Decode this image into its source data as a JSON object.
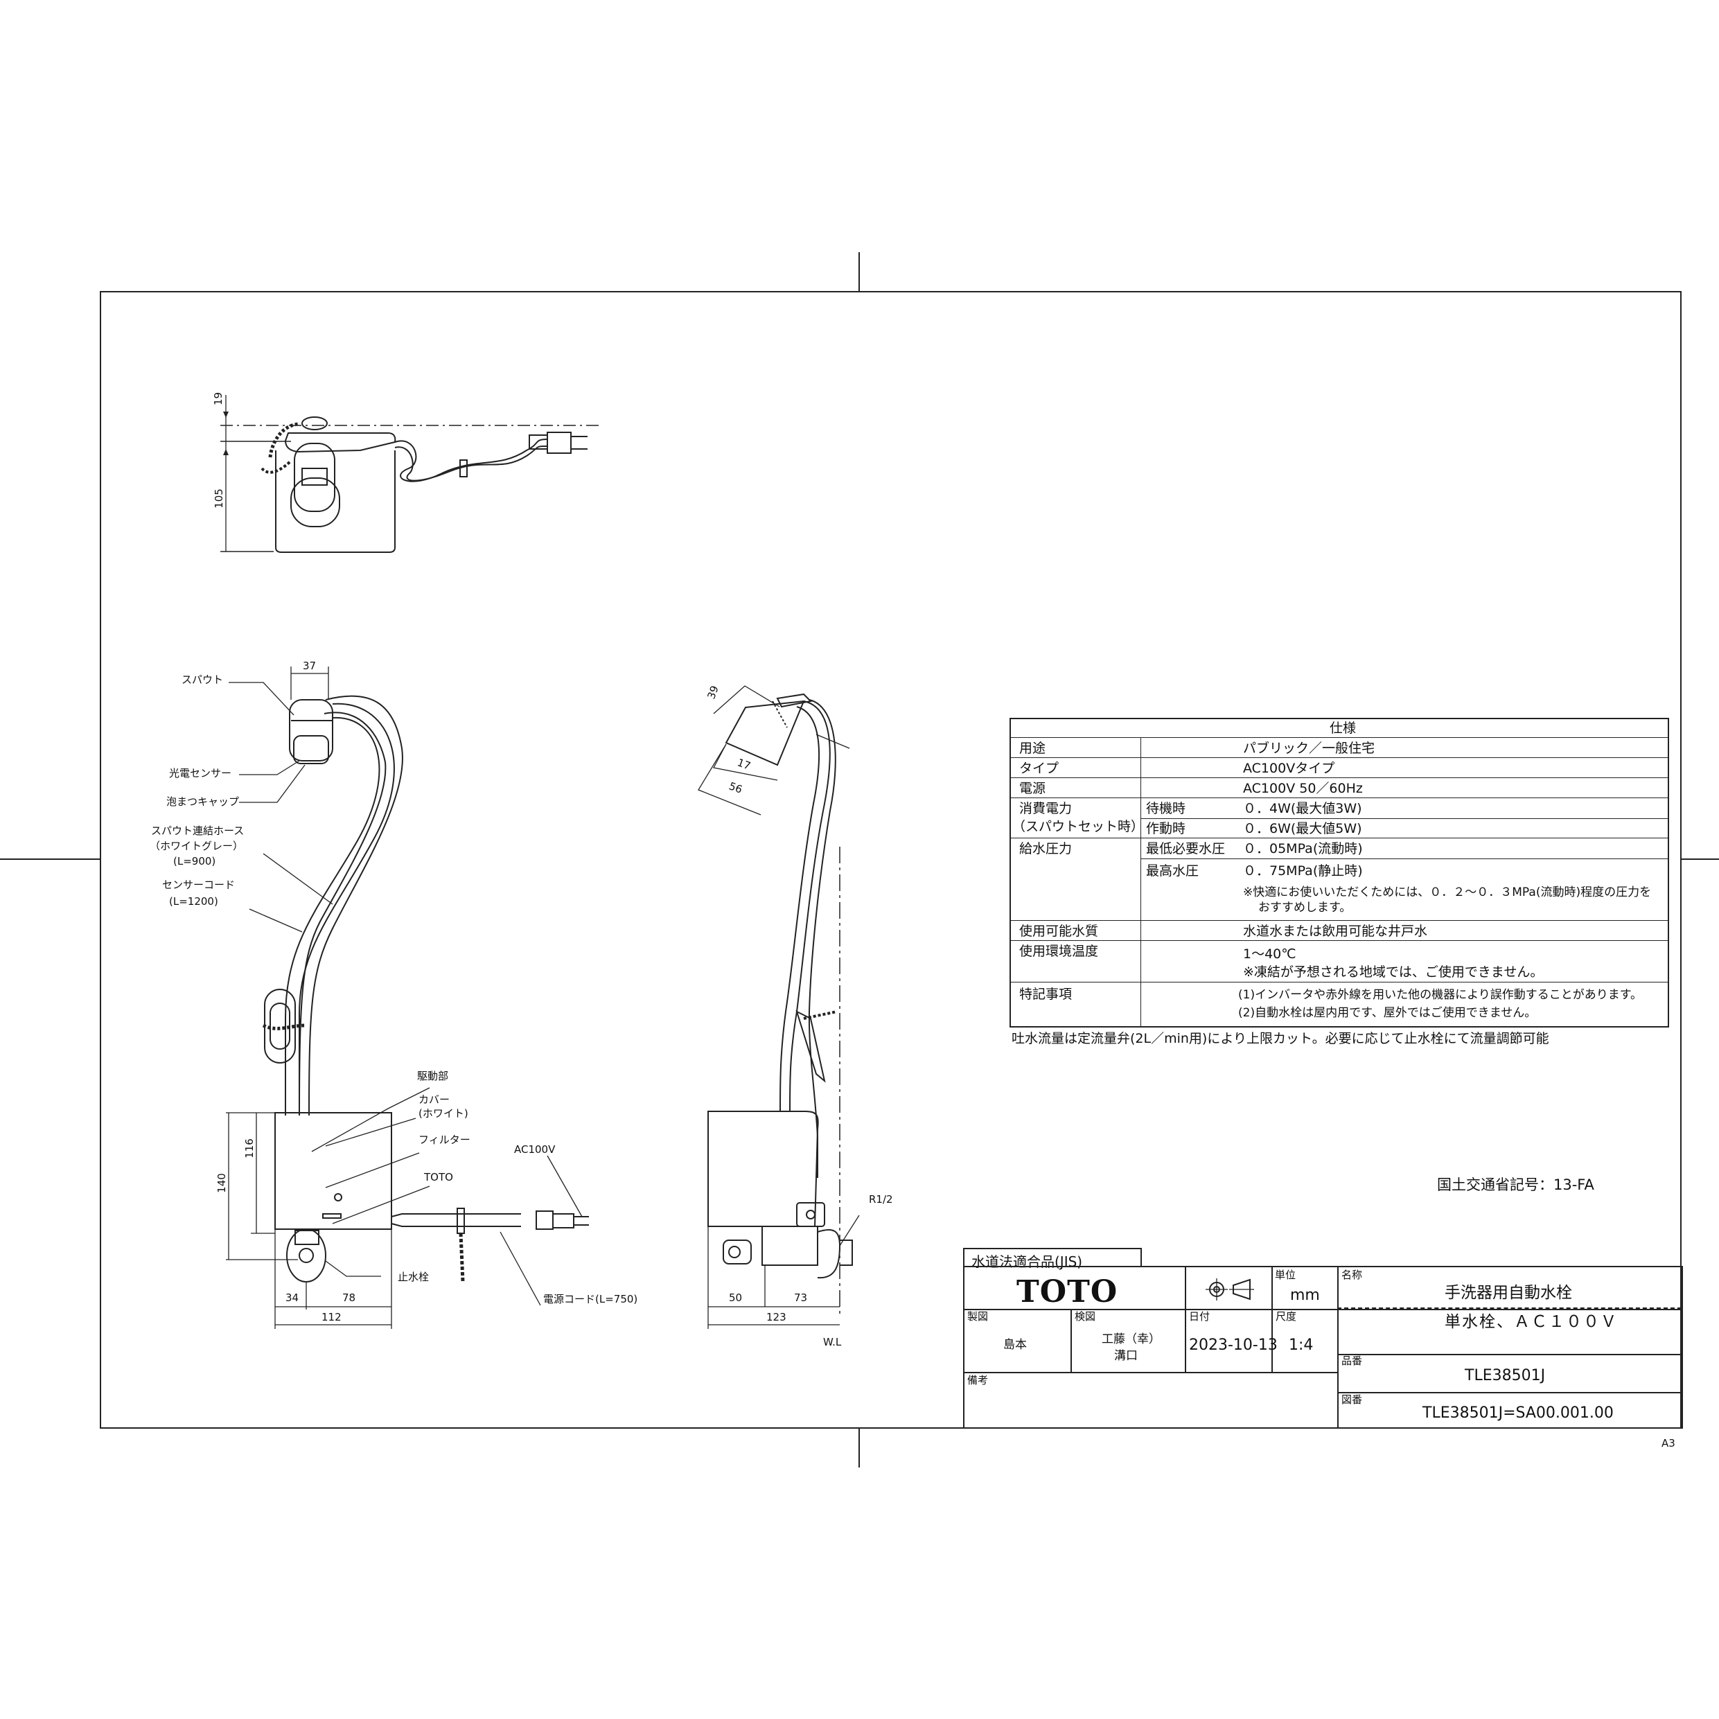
{
  "drawing": {
    "sheet_size": "A3",
    "mlit_code": "国土交通省記号：13-FA",
    "flow_note": "吐水流量は定流量弁(2L／min用)により上限カット。必要に応じて止水栓にて流量調節可能"
  },
  "top_view": {
    "dim_19": "19",
    "dim_105": "105"
  },
  "front_view": {
    "labels": {
      "spout": "スパウト",
      "sensor": "光電センサー",
      "cap": "泡まつキャップ",
      "hose": "スパウト連結ホース",
      "hose_color": "（ホワイトグレー）",
      "hose_length": "(L=900)",
      "sensor_cord": "センサーコード",
      "sensor_cord_length": "(L=1200)",
      "drive": "駆動部",
      "cover": "カバー",
      "cover_color": "(ホワイト)",
      "filter": "フィルター",
      "brand": "TOTO",
      "ac": "AC100V",
      "stop_valve": "止水栓",
      "power_cord": "電源コード(L=750)"
    },
    "dims": {
      "d37": "37",
      "d140": "140",
      "d116": "116",
      "d34": "34",
      "d78": "78",
      "d112": "112"
    }
  },
  "side_view": {
    "dims": {
      "d39": "39",
      "d17": "17",
      "d56": "56",
      "d50": "50",
      "d73": "73",
      "d123": "123"
    },
    "r12": "R1/2",
    "wl": "W.L"
  },
  "spec_table": {
    "header": "仕様",
    "rows": [
      {
        "label": "用途",
        "value": "パブリック／一般住宅"
      },
      {
        "label": "タイプ",
        "value": "AC100Vタイプ"
      },
      {
        "label": "電源",
        "value": "AC100V  50／60Hz"
      },
      {
        "label": "消費電力",
        "label2": "（スパウトセット時）",
        "sub": [
          {
            "label": "待機時",
            "value": "０．4W(最大値3W)"
          },
          {
            "label": "作動時",
            "value": "０．6W(最大値5W)"
          }
        ]
      },
      {
        "label": "給水圧力",
        "sub": [
          {
            "label": "最低必要水圧",
            "value": "０．05MPa(流動時)"
          },
          {
            "label": "最高水圧",
            "value": "０．75MPa(静止時)",
            "note1": "※快適にお使いいただくためには、０．２～０．３MPa(流動時)程度の圧力を",
            "note2": "おすすめします。"
          }
        ]
      },
      {
        "label": "使用可能水質",
        "value": "水道水または飲用可能な井戸水"
      },
      {
        "label": "使用環境温度",
        "value": "1～40℃",
        "note": "※凍結が予想される地域では、ご使用できません。"
      },
      {
        "label": "特記事項",
        "value": "(1)インバータや赤外線を用いた他の機器により誤作動することがあります。",
        "value2": "(2)自動水栓は屋内用です、屋外ではご使用できません。"
      }
    ]
  },
  "title_block": {
    "jis_label": "水道法適合品(JIS)",
    "brand": "TOTO",
    "unit_label": "単位",
    "unit": "mm",
    "name_label": "名称",
    "name_line1": "手洗器用自動水栓",
    "name_line2": "単水栓、ＡＣ１００Ｖ",
    "drawn_label": "製図",
    "drawn_by": "島本",
    "checked_label": "検図",
    "checked_by1": "工藤（幸）",
    "checked_by2": "溝口",
    "date_label": "日付",
    "date": "2023-10-13",
    "scale_label": "尺度",
    "scale": "1:4",
    "part_label": "品番",
    "part_number": "TLE38501J",
    "remarks_label": "備考",
    "drawing_no_label": "図番",
    "drawing_number": "TLE38501J=SA00.001.00"
  }
}
